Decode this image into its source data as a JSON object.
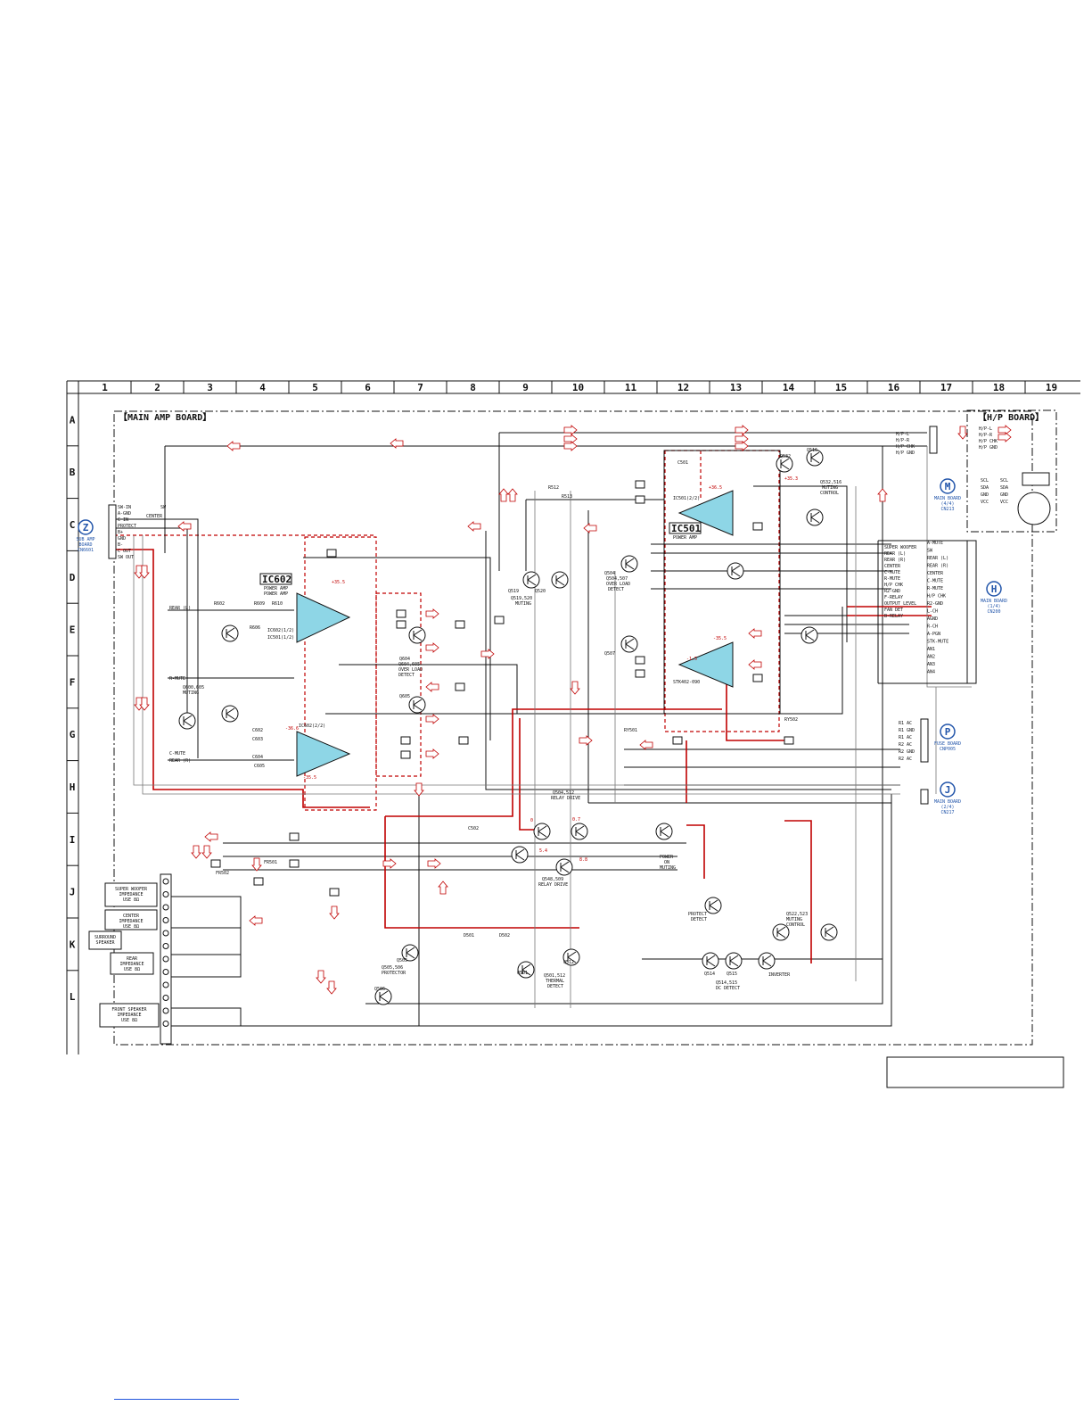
{
  "columns": [
    "1",
    "2",
    "3",
    "4",
    "5",
    "6",
    "7",
    "8",
    "9",
    "10",
    "11",
    "12",
    "13",
    "14",
    "15",
    "16",
    "17",
    "18",
    "19"
  ],
  "rows": [
    "A",
    "B",
    "C",
    "D",
    "E",
    "F",
    "G",
    "H",
    "I",
    "J",
    "K",
    "L"
  ],
  "boards": {
    "main_amp": "【MAIN AMP BOARD】",
    "hp": "【H/P BOARD】"
  },
  "ics": [
    {
      "id": "IC602",
      "sub": "POWER AMP"
    },
    {
      "id": "IC501",
      "sub": "POWER AMP"
    }
  ],
  "connectors": [
    {
      "letter": "Z",
      "lines": [
        "SUB AMP",
        "BOARD",
        "CN6601"
      ]
    },
    {
      "letter": "M",
      "lines": [
        "MAIN BOARD",
        "(4/4)",
        "CN213"
      ]
    },
    {
      "letter": "H",
      "lines": [
        "MAIN BOARD",
        "(1/4)",
        "CN200"
      ]
    },
    {
      "letter": "P",
      "lines": [
        "FUSE BOARD",
        "CNP005"
      ]
    },
    {
      "letter": "J",
      "lines": [
        "MAIN BOARD",
        "(2/4)",
        "CN217"
      ]
    }
  ],
  "left_connector_pins": [
    "SW-IN",
    "A-GND",
    "C IN",
    "PROTECT",
    "B+",
    "GND",
    "B-",
    "C OUT",
    "SW OUT"
  ],
  "hp_pins": [
    "H/P-L",
    "H/P-R",
    "H/P CHK",
    "H/P GND"
  ],
  "hp_pins_b": [
    "SCL",
    "SDA",
    "GND",
    "VCC"
  ],
  "right_signals": [
    "A-MUTE",
    "SW",
    "REAR (L)",
    "REAR (R)",
    "CENTER",
    "C-MUTE",
    "R-MUTE",
    "H/P CHK",
    "R2-GND",
    "L-CH",
    "AGND",
    "R-CH",
    "A-PGN",
    "STK-MUTE",
    "AN1",
    "AN2",
    "AN3",
    "AN4"
  ],
  "right_signals_b": [
    "SUPER WOOFER",
    "REAR (L)",
    "REAR (R)",
    "CENTER",
    "C-MUTE",
    "R-MUTE",
    "H/P CHK",
    "R2-GND",
    "F-RELAY",
    "OUTPUT LEVEL",
    "FAN DET",
    "B-RELAY"
  ],
  "fuse_pins": [
    "R1 AC",
    "R1 GND",
    "R1 AC",
    "R2 AC",
    "R2 GND",
    "R2 AC"
  ],
  "speaker_blocks": [
    {
      "lines": [
        "SUPER WOOFER",
        "IMPEDANCE",
        "USE 8Ω"
      ]
    },
    {
      "lines": [
        "CENTER",
        "IMPEDANCE",
        "USE 8Ω"
      ]
    },
    {
      "lines": [
        "SURROUND",
        "SPEAKER"
      ]
    },
    {
      "lines": [
        "REAR",
        "IMPEDANCE",
        "USE 8Ω"
      ]
    },
    {
      "lines": [
        "FRONT SPEAKER",
        "IMPEDANCE",
        "USE 8Ω"
      ]
    }
  ],
  "function_labels": {
    "muting_1": "Q600,605",
    "muting_1b": "MUTING",
    "ovl_detect": "Q604,605",
    "ovl_detect_b": "OVER LOAD",
    "ovl_detect_c": "DETECT",
    "muting_2": "Q519,520",
    "muting_2b": "MUTING",
    "ovl_detect_2": "Q504,507",
    "ovl_detect_2b": "OVER LOAD",
    "ovl_detect_2c": "DETECT",
    "muting_ctrl": "Q532,516",
    "muting_ctrl_b": "MUTING",
    "muting_ctrl_c": "CONTROL",
    "relay_drive": "Q504,512",
    "relay_drive_b": "RELAY DRIVE",
    "relay_drive_2": "Q548,509",
    "relay_drive_2b": "RELAY DRIVE",
    "power_on": "POWER",
    "power_on_b": "ON",
    "power_on_c": "MUTING",
    "protect_detect": "PROTECT",
    "protect_detect_b": "DETECT",
    "muting_ctrl_2": "Q522,523",
    "muting_ctrl_2b": "MUTING",
    "muting_ctrl_2c": "CONTROL",
    "protector": "Q505,506",
    "protector_b": "PROTECTOR",
    "thermal": "Q501,512",
    "thermal_b": "THERMAL",
    "thermal_c": "DETECT",
    "dc_detect": "Q514,515",
    "dc_detect_b": "DC DETECT",
    "inverter": "INVERTER"
  },
  "part_refs": [
    "IC602(1/2)",
    "IC602(2/2)",
    "IC501(1/2)",
    "IC501(2/2)",
    "STK402-090",
    "R602",
    "R609",
    "R610",
    "R606",
    "C602",
    "C603",
    "C604",
    "C605",
    "R512",
    "R513",
    "C501",
    "C502",
    "Q604",
    "Q605",
    "Q519",
    "Q520",
    "Q504",
    "Q507",
    "Q532",
    "Q516",
    "Q505",
    "Q506",
    "Q501",
    "Q512",
    "Q514",
    "Q515",
    "D501",
    "D502",
    "RY501",
    "RY502",
    "FR501",
    "FR502"
  ],
  "voltage_labels": [
    "+35.5",
    "-36.6",
    "-35.5",
    "+36.5",
    "+35.3",
    "-35.5",
    "-1.5",
    "0",
    "5.4",
    "0.7",
    "8.8"
  ],
  "misc_labels": [
    "REAR (L)",
    "R-MUTE",
    "C-MUTE",
    "REAR (R)",
    "POWER AMP",
    "CENTER",
    "SW"
  ]
}
